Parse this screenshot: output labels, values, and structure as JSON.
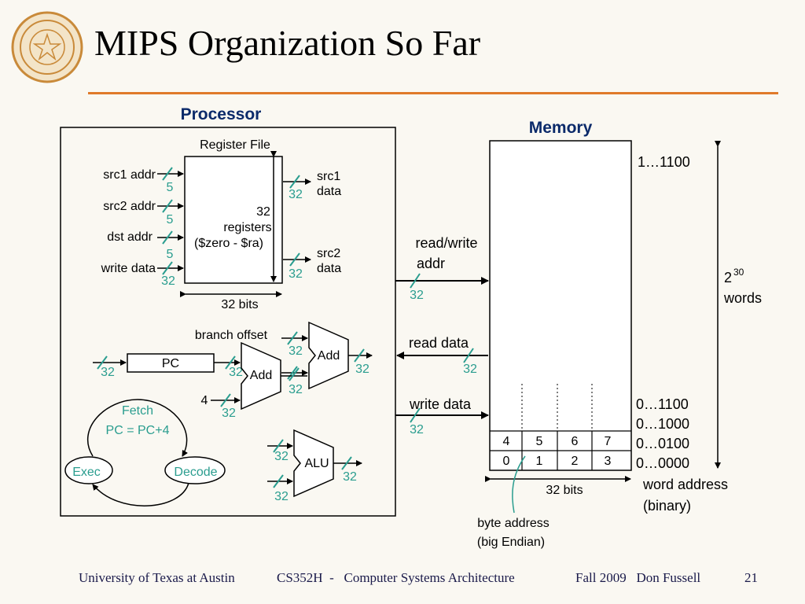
{
  "slide": {
    "title": "MIPS Organization So Far",
    "footer": {
      "institution": "University of Texas at Austin",
      "course": "CS352H  -   Computer Systems Architecture",
      "term": "Fall 2009   Don Fussell",
      "page": "21"
    },
    "colors": {
      "accent_rule": "#e07a2a",
      "bus_width": "#2a9d8f",
      "heading": "#0b2a6a"
    }
  },
  "processor": {
    "heading": "Processor",
    "register_file": {
      "title": "Register File",
      "inputs": [
        {
          "label": "src1 addr",
          "width": "5"
        },
        {
          "label": "src2 addr",
          "width": "5"
        },
        {
          "label": "dst addr",
          "width": "5"
        },
        {
          "label": "write data",
          "width": "32"
        }
      ],
      "outputs": [
        {
          "label1": "src1",
          "label2": "data",
          "width": "32"
        },
        {
          "label1": "src2",
          "label2": "data",
          "width": "32"
        }
      ],
      "body_line1": "32",
      "body_line2": "registers",
      "body_line3": "($zero - $ra)",
      "bits_label": "32 bits"
    },
    "branch_offset": "branch offset",
    "pc": {
      "label": "PC",
      "in_width": "32",
      "out_width": "32"
    },
    "add1": {
      "label": "Add",
      "in_width_a": "32",
      "in_width_b": "32",
      "out_width": "32"
    },
    "add2": {
      "label": "Add",
      "in_width_b": "32",
      "four": "4",
      "four_width": "32"
    },
    "alu": {
      "label": "ALU",
      "in_width_a": "32",
      "in_width_b": "32",
      "out_width": "32"
    },
    "cycle": {
      "fetch": "Fetch",
      "fetch_sub": "PC = PC+4",
      "exec": "Exec",
      "decode": "Decode"
    }
  },
  "memory": {
    "heading": "Memory",
    "rw_addr_1": "read/write",
    "rw_addr_2": "addr",
    "rw_addr_width": "32",
    "read_data": "read data",
    "read_data_width": "32",
    "write_data": "write data",
    "write_data_width": "32",
    "top_address": "1…1100",
    "word_count_base": "2",
    "word_count_exp": "30",
    "word_count_unit": "words",
    "addresses": [
      "0…1100",
      "0…1000",
      "0…0100",
      "0…0000"
    ],
    "word_address_1": "word address",
    "word_address_2": "(binary)",
    "row1": [
      "4",
      "5",
      "6",
      "7"
    ],
    "row0": [
      "0",
      "1",
      "2",
      "3"
    ],
    "bits_label": "32 bits",
    "byte_address_1": "byte address",
    "byte_address_2": "(big Endian)"
  }
}
